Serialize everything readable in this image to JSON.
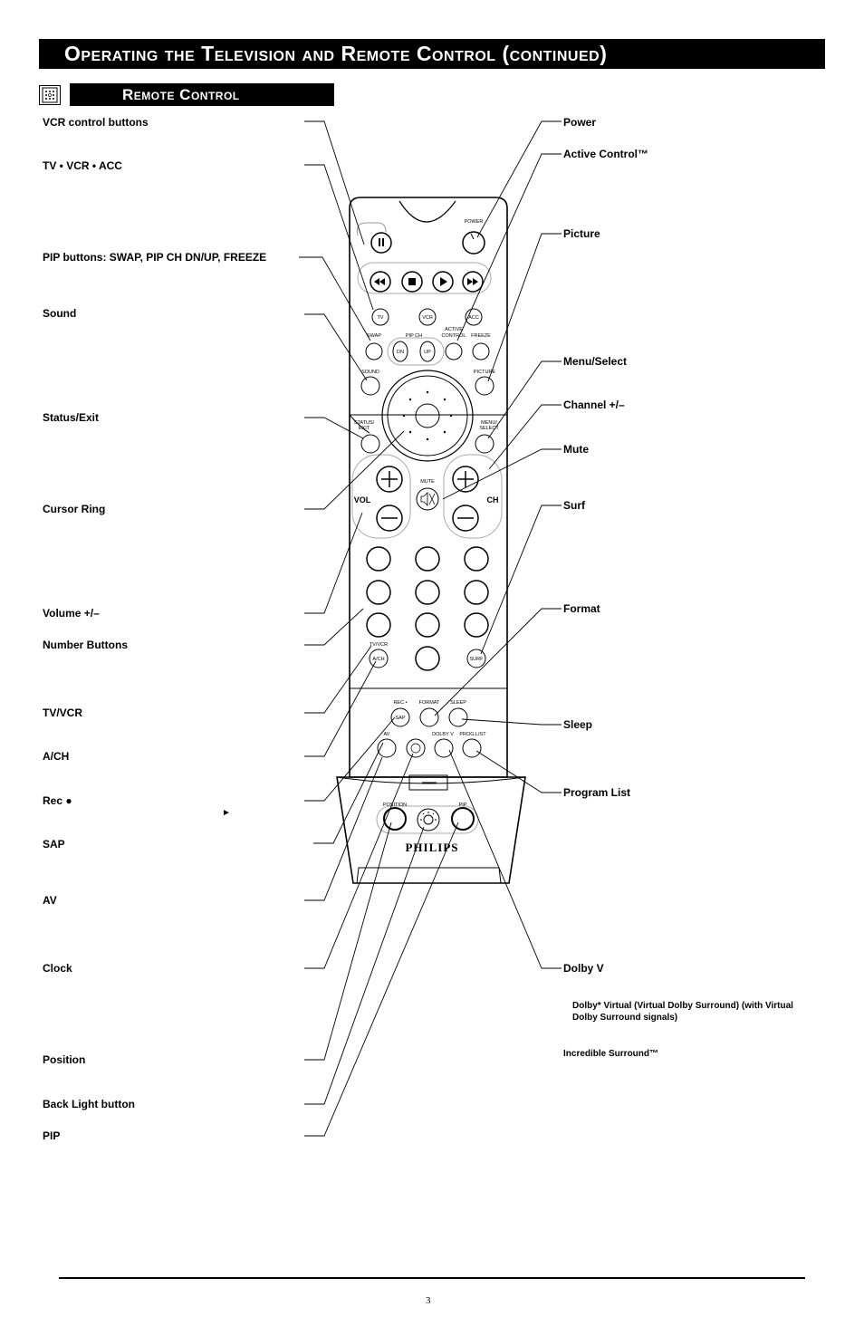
{
  "page_title": "Operating the Television and Remote Control (continued)",
  "section_title": "Remote Control",
  "left_labels": [
    "VCR control buttons",
    "TV • VCR • ACC",
    "PIP buttons: SWAP, PIP CH DN/UP, FREEZE",
    "Sound",
    "Status/Exit",
    "Cursor Ring",
    "Volume +/–",
    "Number Buttons",
    "TV/VCR",
    "A/CH",
    "Rec ●",
    "SAP",
    "AV",
    "Clock",
    "Position",
    "Back Light button",
    "PIP"
  ],
  "right_labels": [
    "Power",
    "Active Control™",
    "Picture",
    "Menu/Select",
    "Channel +/–",
    "Mute",
    "Surf",
    "Format",
    "Sleep",
    "Program List",
    "Dolby V"
  ],
  "dolby_note": "Dolby* Virtual (Virtual Dolby Surround) (with Virtual Dolby Surround signals)",
  "surround_note": "Incredible Surround™",
  "play_glyph": "►",
  "remote": {
    "power": "POWER",
    "tv": "TV",
    "vcr": "VCR",
    "acc": "ACC",
    "swap": "SWAP",
    "pip_ch": "PIP CH",
    "active_control": "ACTIVE CONTROL",
    "freeze": "FREEZE",
    "dn": "DN",
    "up": "UP",
    "sound": "SOUND",
    "picture": "PICTURE",
    "status_exit": "STATUS/ EXIT",
    "menu_select": "MENU/ SELECT",
    "mute": "MUTE",
    "vol": "VOL",
    "ch": "CH",
    "tvvcr": "TV/VCR",
    "ach": "A/CH",
    "surf": "SURF",
    "rec": "REC •",
    "format": "FORMAT",
    "sleep": "SLEEP",
    "sap": "SAP",
    "av": "AV",
    "dolby_v": "DOLBY V",
    "prog_list": "PROG.LIST",
    "position": "POSITION",
    "pip": "PIP",
    "brand": "PHILIPS"
  },
  "page_number": "3"
}
